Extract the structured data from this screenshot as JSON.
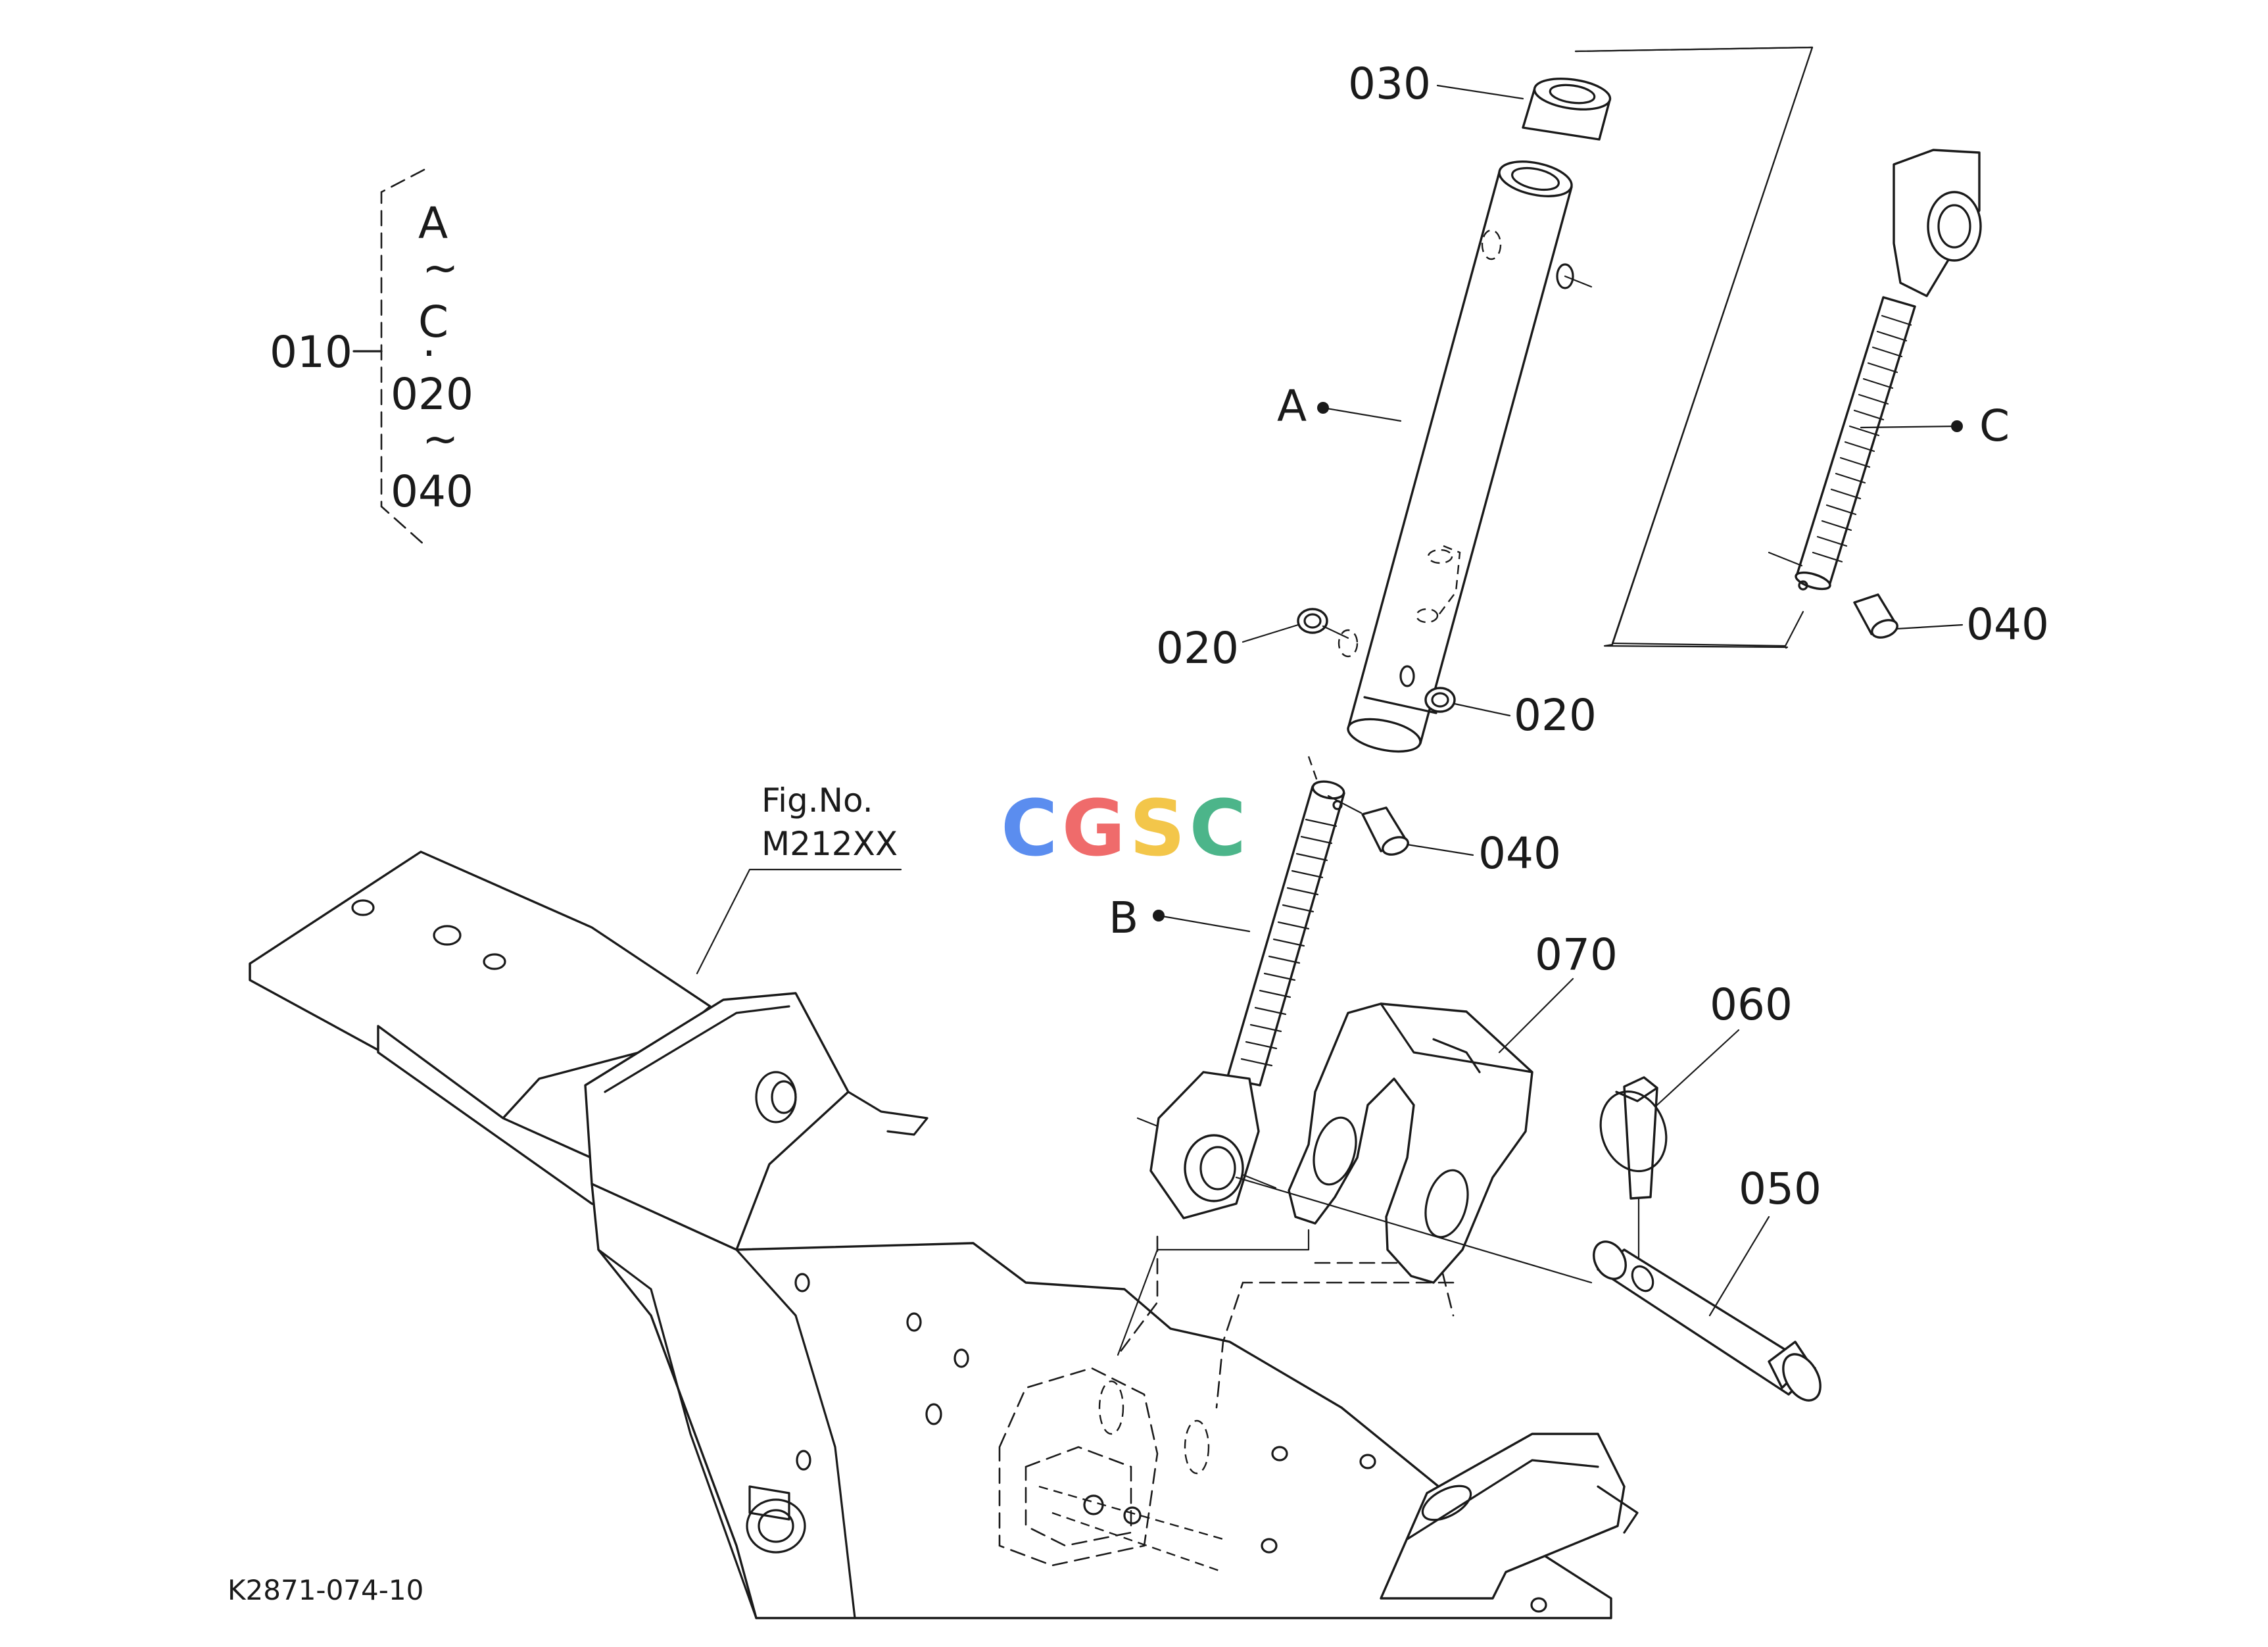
{
  "figure_code": "K2871-074-10",
  "fig_reference": {
    "line1": "Fig.No.",
    "line2": "M212XX"
  },
  "watermark": {
    "text": "CGSC",
    "colors": [
      "#5b8def",
      "#ef6b6b",
      "#f3c64a",
      "#4cb58a"
    ]
  },
  "assembly_group": {
    "ref": "010",
    "members": [
      "A",
      "~",
      "C",
      "·",
      "020",
      "~",
      "040"
    ]
  },
  "callouts": {
    "part_030": "030",
    "part_020_left": "020",
    "part_020_right": "020",
    "part_040_center": "040",
    "part_040_right": "040",
    "part_070": "070",
    "part_060": "060",
    "part_050": "050",
    "letter_a": "A",
    "letter_b": "B",
    "letter_c": "C"
  }
}
